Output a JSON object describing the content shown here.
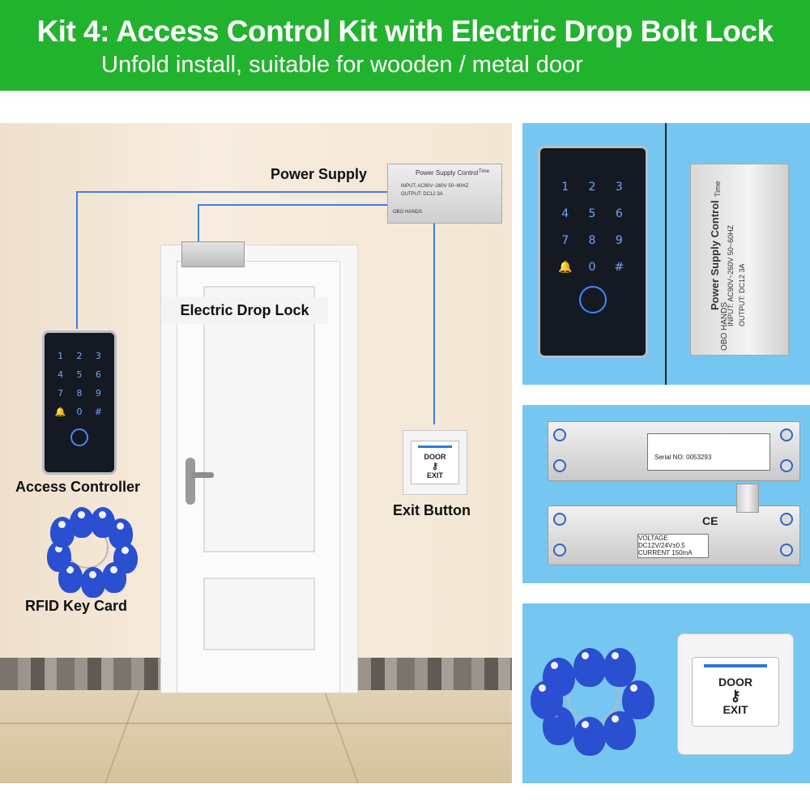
{
  "banner": {
    "title": "Kit 4: Access Control Kit with Electric Drop Bolt Lock",
    "subtitle": "Unfold install, suitable for wooden / metal door"
  },
  "labels": {
    "power_supply": "Power Supply",
    "electric_drop_lock": "Electric Drop Lock",
    "access_controller": "Access Controller",
    "rfid_key_card": "RFID Key Card",
    "exit_button": "Exit Button"
  },
  "keypad": {
    "keys": [
      "1",
      "2",
      "3",
      "4",
      "5",
      "6",
      "7",
      "8",
      "9",
      "🔔",
      "0",
      "#"
    ]
  },
  "exit_plate": {
    "line1": "DOOR",
    "line2": "EXIT"
  },
  "psu": {
    "title": "Power Supply Control",
    "brand": "OBO HANDS",
    "input": "INPUT: AC90V~260V 50~60HZ",
    "output": "OUTPUT: DC12 3A",
    "time": "Time"
  },
  "bolt_lock": {
    "voltage_label": "VOLTAGE",
    "voltage_value": "DC12V/24V±0.5",
    "current_label": "CURRENT",
    "current_value": "150mA",
    "serial": "Serial NO: 0053293",
    "ce": "CE"
  },
  "colors": {
    "banner": "#22b32e",
    "photo_bg": "#75c7f2",
    "wire": "#3b7ee8",
    "rfid": "#2a4fd0"
  }
}
